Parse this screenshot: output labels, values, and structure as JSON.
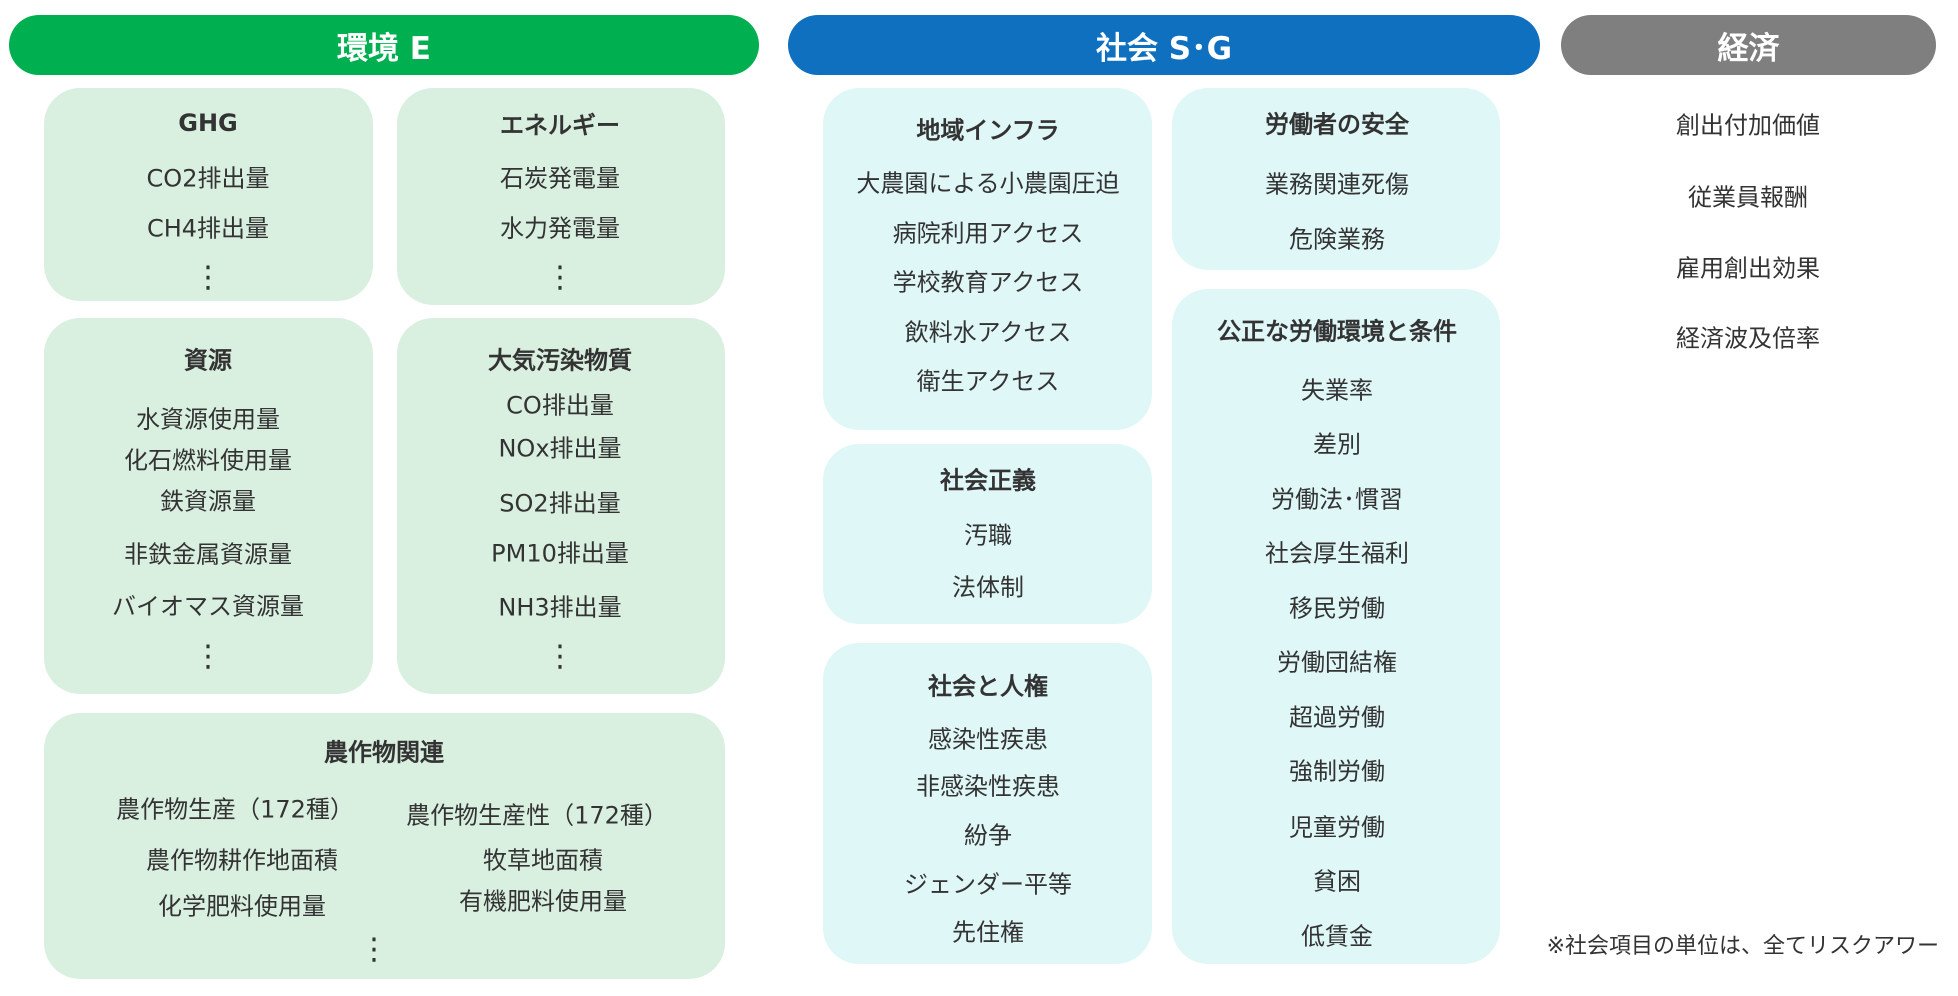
{
  "colors": {
    "environment": "#00b050",
    "social": "#0f70c0",
    "economy": "#7f7f7f",
    "env_box": "#d9efe0",
    "social_box": "#e0f7f8"
  },
  "headers": {
    "environment": "環境 E",
    "social": "社会 S･G",
    "economy": "経済"
  },
  "ellipsis": "⋮",
  "environment": {
    "ghg": {
      "title": "GHG",
      "items": [
        "CO2排出量",
        "CH4排出量"
      ]
    },
    "energy": {
      "title": "エネルギー",
      "items": [
        "石炭発電量",
        "水力発電量"
      ]
    },
    "resources": {
      "title": "資源",
      "items": [
        "水資源使用量",
        "化石燃料使用量",
        "鉄資源量",
        "非鉄金属資源量",
        "バイオマス資源量"
      ]
    },
    "air": {
      "title": "大気汚染物質",
      "items": [
        "CO排出量",
        "NOx排出量",
        "SO2排出量",
        "PM10排出量",
        "NH3排出量"
      ]
    },
    "crops": {
      "title": "農作物関連",
      "left": [
        "農作物生産（172種）",
        "農作物耕作地面積",
        "化学肥料使用量"
      ],
      "right": [
        "農作物生産性（172種）",
        "牧草地面積",
        "有機肥料使用量"
      ]
    }
  },
  "social": {
    "infra": {
      "title": "地域インフラ",
      "items": [
        "大農園による小農園圧迫",
        "病院利用アクセス",
        "学校教育アクセス",
        "飲料水アクセス",
        "衛生アクセス"
      ]
    },
    "justice": {
      "title": "社会正義",
      "items": [
        "汚職",
        "法体制"
      ]
    },
    "rights": {
      "title": "社会と人権",
      "items": [
        "感染性疾患",
        "非感染性疾患",
        "紛争",
        "ジェンダー平等",
        "先住権"
      ]
    },
    "safety": {
      "title": "労働者の安全",
      "items": [
        "業務関連死傷",
        "危険業務"
      ]
    },
    "fair": {
      "title": "公正な労働環境と条件",
      "items": [
        "失業率",
        "差別",
        "労働法･慣習",
        "社会厚生福利",
        "移民労働",
        "労働団結権",
        "超過労働",
        "強制労働",
        "児童労働",
        "貧困",
        "低賃金"
      ]
    }
  },
  "economy": {
    "items": [
      "創出付加価値",
      "従業員報酬",
      "雇用創出効果",
      "経済波及倍率"
    ]
  },
  "footnote": "※社会項目の単位は、全てリスクアワー"
}
